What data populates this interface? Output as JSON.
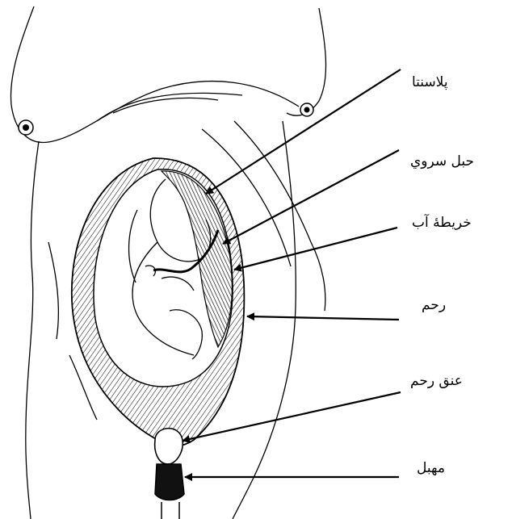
{
  "diagram": {
    "labels": {
      "placenta": "پلاسنتا",
      "cord": "حبل سروي",
      "amnion": "خريطۀ آب",
      "uterus": "رحم",
      "cervix": "عنق رحم",
      "vagina": "مهبل"
    },
    "colors": {
      "line": "#000000",
      "background": "#ffffff"
    }
  }
}
